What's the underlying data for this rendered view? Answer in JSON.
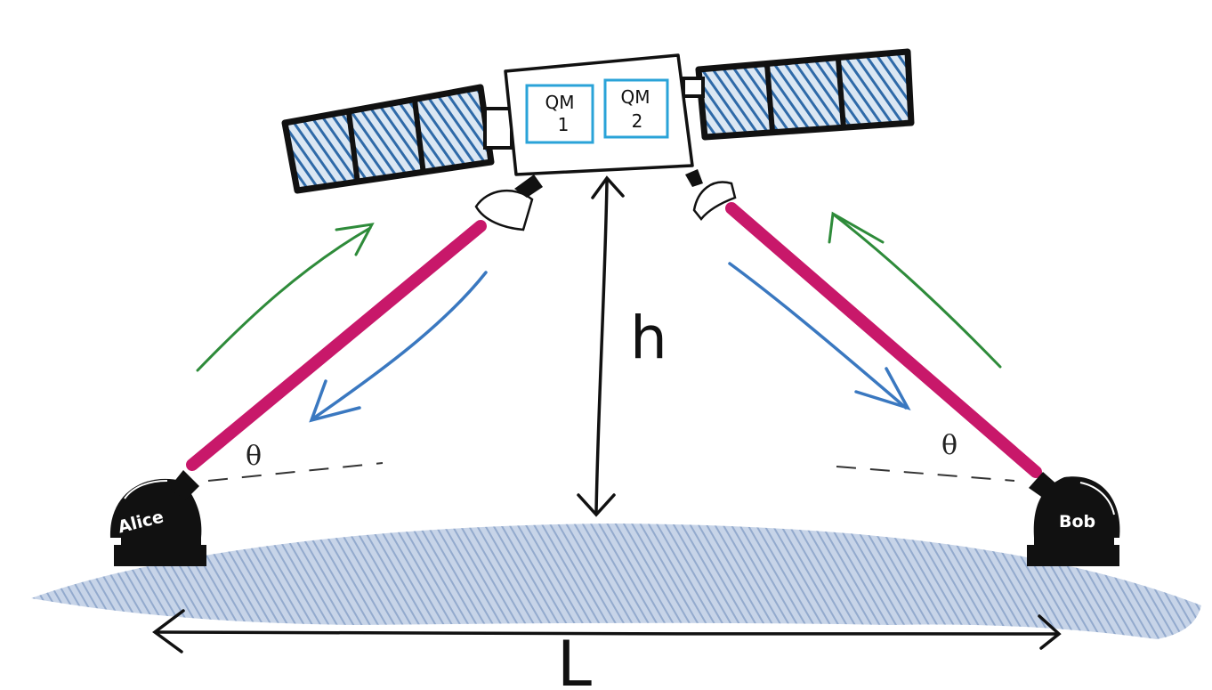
{
  "satellite": {
    "modules": [
      {
        "line1": "QM",
        "line2": "1"
      },
      {
        "line1": "QM",
        "line2": "2"
      }
    ]
  },
  "ground_stations": {
    "left": "Alice",
    "right": "Bob"
  },
  "labels": {
    "height": "h",
    "distance": "L",
    "angle_left": "θ",
    "angle_right": "θ"
  },
  "colors": {
    "beam": "#c8186a",
    "uplink_arrow": "#2e8b3a",
    "downlink_arrow": "#3a78c0",
    "solar_panel": "#2f6aa8",
    "module_border": "#2aa3d8",
    "earth": "#9fb4d4",
    "ink": "#111111"
  },
  "icons": [
    "satellite-icon",
    "telescope-icon",
    "solar-panel-icon"
  ]
}
